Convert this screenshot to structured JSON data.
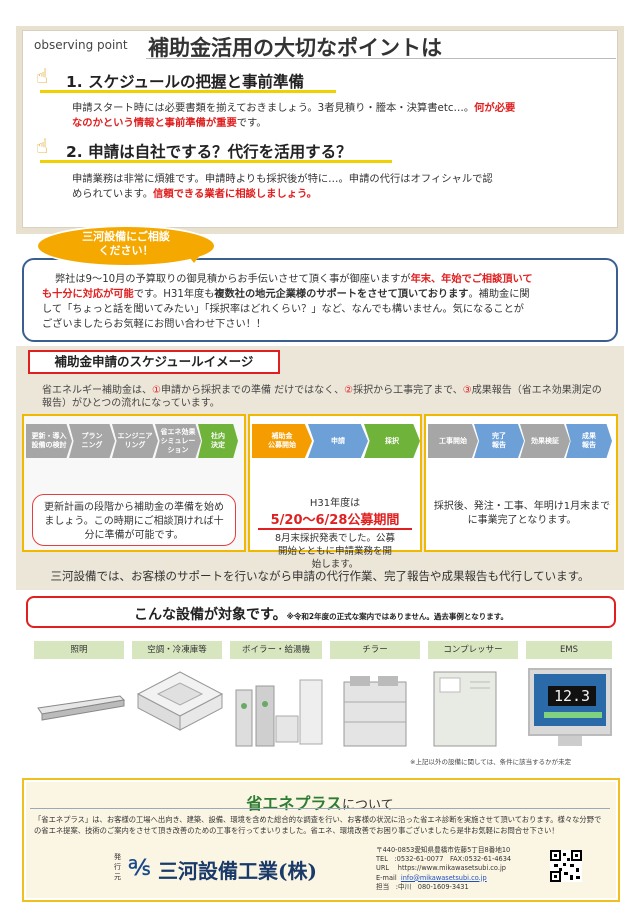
{
  "header": {
    "observing": "observing point",
    "title": "補助金活用の大切なポイントは"
  },
  "point1": {
    "heading": "1. スケジュールの把握と事前準備",
    "text_a": "申請スタート時には必要書類を揃えておきましょう。3者見積り・謄本・決算書etc…。",
    "text_red": "何が必要",
    "text_b_red": "なのかという情報と事前準備が重要",
    "text_b": "です。"
  },
  "point2": {
    "heading": "2. 申請は自社でする？代行を活用する？",
    "text_a": "申請業務は非常に煩雑です。申請時よりも採択後が特に…。申請の代行はオフィシャルで認",
    "text_b": "められています。",
    "text_red": "信頼できる業者に相談しましょう。"
  },
  "balloon": {
    "line1": "三河設備にご相談",
    "line2": "ください！"
  },
  "consult": {
    "t1": "弊社は9～10月の予算取りの御見積からお手伝いさせて頂く事が御座いますが",
    "t1_red": "年末、年始でご相談頂いて",
    "t2_red": "も十分に対応が可能",
    "t2": "です。H31年度も",
    "t2_bold": "複数社の地元企業様のサポートをさせて頂いております",
    "t2b": "。補助金に関",
    "t3": "して「ちょっと話を聞いてみたい」「採択率はどれくらい？」など、なんでも構いません。気になることが",
    "t4": "ございましたらお気軽にお問い合わせ下さい！！"
  },
  "schedule": {
    "title": "補助金申請のスケジュールイメージ",
    "desc_a": "省エネルギー補助金は、",
    "desc_c1": "①",
    "desc_b": "申請から採択までの準備 だけではなく、",
    "desc_c2": "②",
    "desc_c": "採択から工事完了まで、",
    "desc_c3": "③",
    "desc_d": "成果報告（省エネ効果測定の",
    "desc_e": "報告）がひとつの流れになっています。",
    "steps1": [
      "更新・導入\n設備の検討",
      "プラン\nニング",
      "エンジニア\nリング",
      "省エネ効果\nシミュレー\nション",
      "社内\n決定"
    ],
    "steps2": [
      "補助金\n公募開始",
      "申請",
      "採択"
    ],
    "steps3": [
      "工事開始",
      "完了\n報告",
      "効果検証",
      "成果\n報告"
    ],
    "note1": "更新計画の段階から補助金の準備を始めましょう。この時期にご相談頂ければ十分に準備が可能です。",
    "note2_title": "H31年度は",
    "note2_period": "5/20～6/28公募期間",
    "note2_body": "8月末採択発表でした。公募開始とともに申請業務を開始します。",
    "note3": "採択後、発注・工事、年明け1月末までに事業完了となります。",
    "support": "三河設備では、お客様のサポートを行いながら申請の代行作業、完了報告や成果報告も代行しています。"
  },
  "equipment": {
    "title": "こんな設備が対象です。",
    "title_note": "※令和2年度の正式な案内ではありません。過去事例となります。",
    "labels": [
      "照明",
      "空調・冷凍庫等",
      "ボイラー・給湯機",
      "チラー",
      "コンプレッサー",
      "EMS"
    ],
    "ems_display": "12.3",
    "note": "※上記以外の設備に関しては、条件に該当するかが未定"
  },
  "footer": {
    "brand": "省エネプラス",
    "about": "について",
    "desc": "「省エネプラス」は、お客様の工場へ出向き、建築、設備、環境を含めた総合的な調査を行い、お客様の状況に沿った省エネ診断を実施させて頂いております。様々な分野での省エネ提案、技術のご案内をさせて頂き改善のための工事を行ってまいりました。省エネ、環境改善でお困り事ございましたら是非お気軽にお問合せ下さい！",
    "issuer_label": "発\n行\n元",
    "company": "三河設備工業(株)",
    "address": "〒440-0853愛知県豊橋市佐藤5丁目8番地10",
    "tel": "TEL　:0532-61-0077　FAX:0532-61-4634",
    "url": "URL　 https://www.mikawasetsubi.co.jp",
    "email_label": "E-mail",
    "email": "info@mikawasetsubi.co.jp",
    "contact": "担当　:中川　080-1609-3431"
  },
  "colors": {
    "accent_red": "#e02020",
    "accent_orange": "#f5a800",
    "accent_green": "#6fb33b",
    "accent_blue": "#3a5f8f"
  }
}
